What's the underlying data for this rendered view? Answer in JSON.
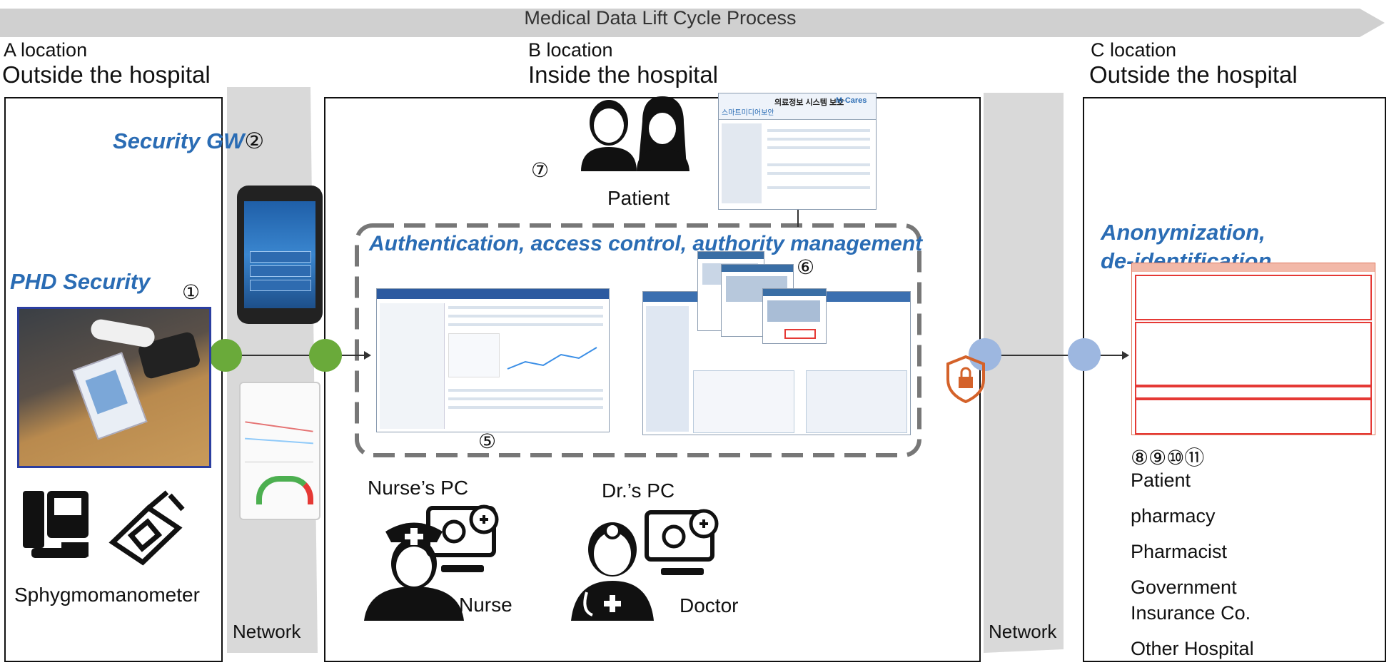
{
  "banner": {
    "title": "Medical Data Lift Cycle Process"
  },
  "locations": {
    "a": {
      "label": "A location",
      "place": "Outside the hospital"
    },
    "b": {
      "label": "B location",
      "place": "Inside the hospital"
    },
    "c": {
      "label": "C location",
      "place": "Outside the hospital"
    }
  },
  "security_gw": {
    "title": "Security GW",
    "num": "②"
  },
  "phd_security": {
    "title": "PHD Security",
    "num": "①"
  },
  "a_zone": {
    "device_label": "Sphygmomanometer"
  },
  "network_labels": {
    "left": "Network",
    "right": "Network"
  },
  "b_zone": {
    "patient_label": "Patient",
    "patient_num": "⑦",
    "auth_title": "Authentication, access control, authority management",
    "num_5": "⑤",
    "num_6": "⑥",
    "nurse_pc": "Nurse’s PC",
    "nurse": "Nurse",
    "dr_pc": "Dr.’s PC",
    "doctor": "Doctor",
    "mcares_title": "의료정보 시스템 보호",
    "mcares_brand": "M-Cares",
    "mcares_sub": "스마트미디어보안"
  },
  "c_zone": {
    "title_line1": "Anonymization,",
    "title_line2": "de-identification",
    "nums": "⑧⑨⑩⑪",
    "items": [
      "Patient",
      "pharmacy",
      "Pharmacist",
      "Government",
      "Insurance Co.",
      "Other Hospital"
    ]
  },
  "colors": {
    "accent_blue": "#2a6cb4",
    "node_green": "#6aaa3a",
    "node_blue": "#9db7e0",
    "lock_orange": "#d4622a",
    "banner_gray": "#d0d0d0"
  },
  "icons": [
    "patient-couple-icon",
    "nurse-icon",
    "doctor-icon",
    "blood-pressure-monitor-icon",
    "wrist-monitor-icon",
    "shield-lock-icon",
    "smartphone-app",
    "arrow-icon"
  ]
}
